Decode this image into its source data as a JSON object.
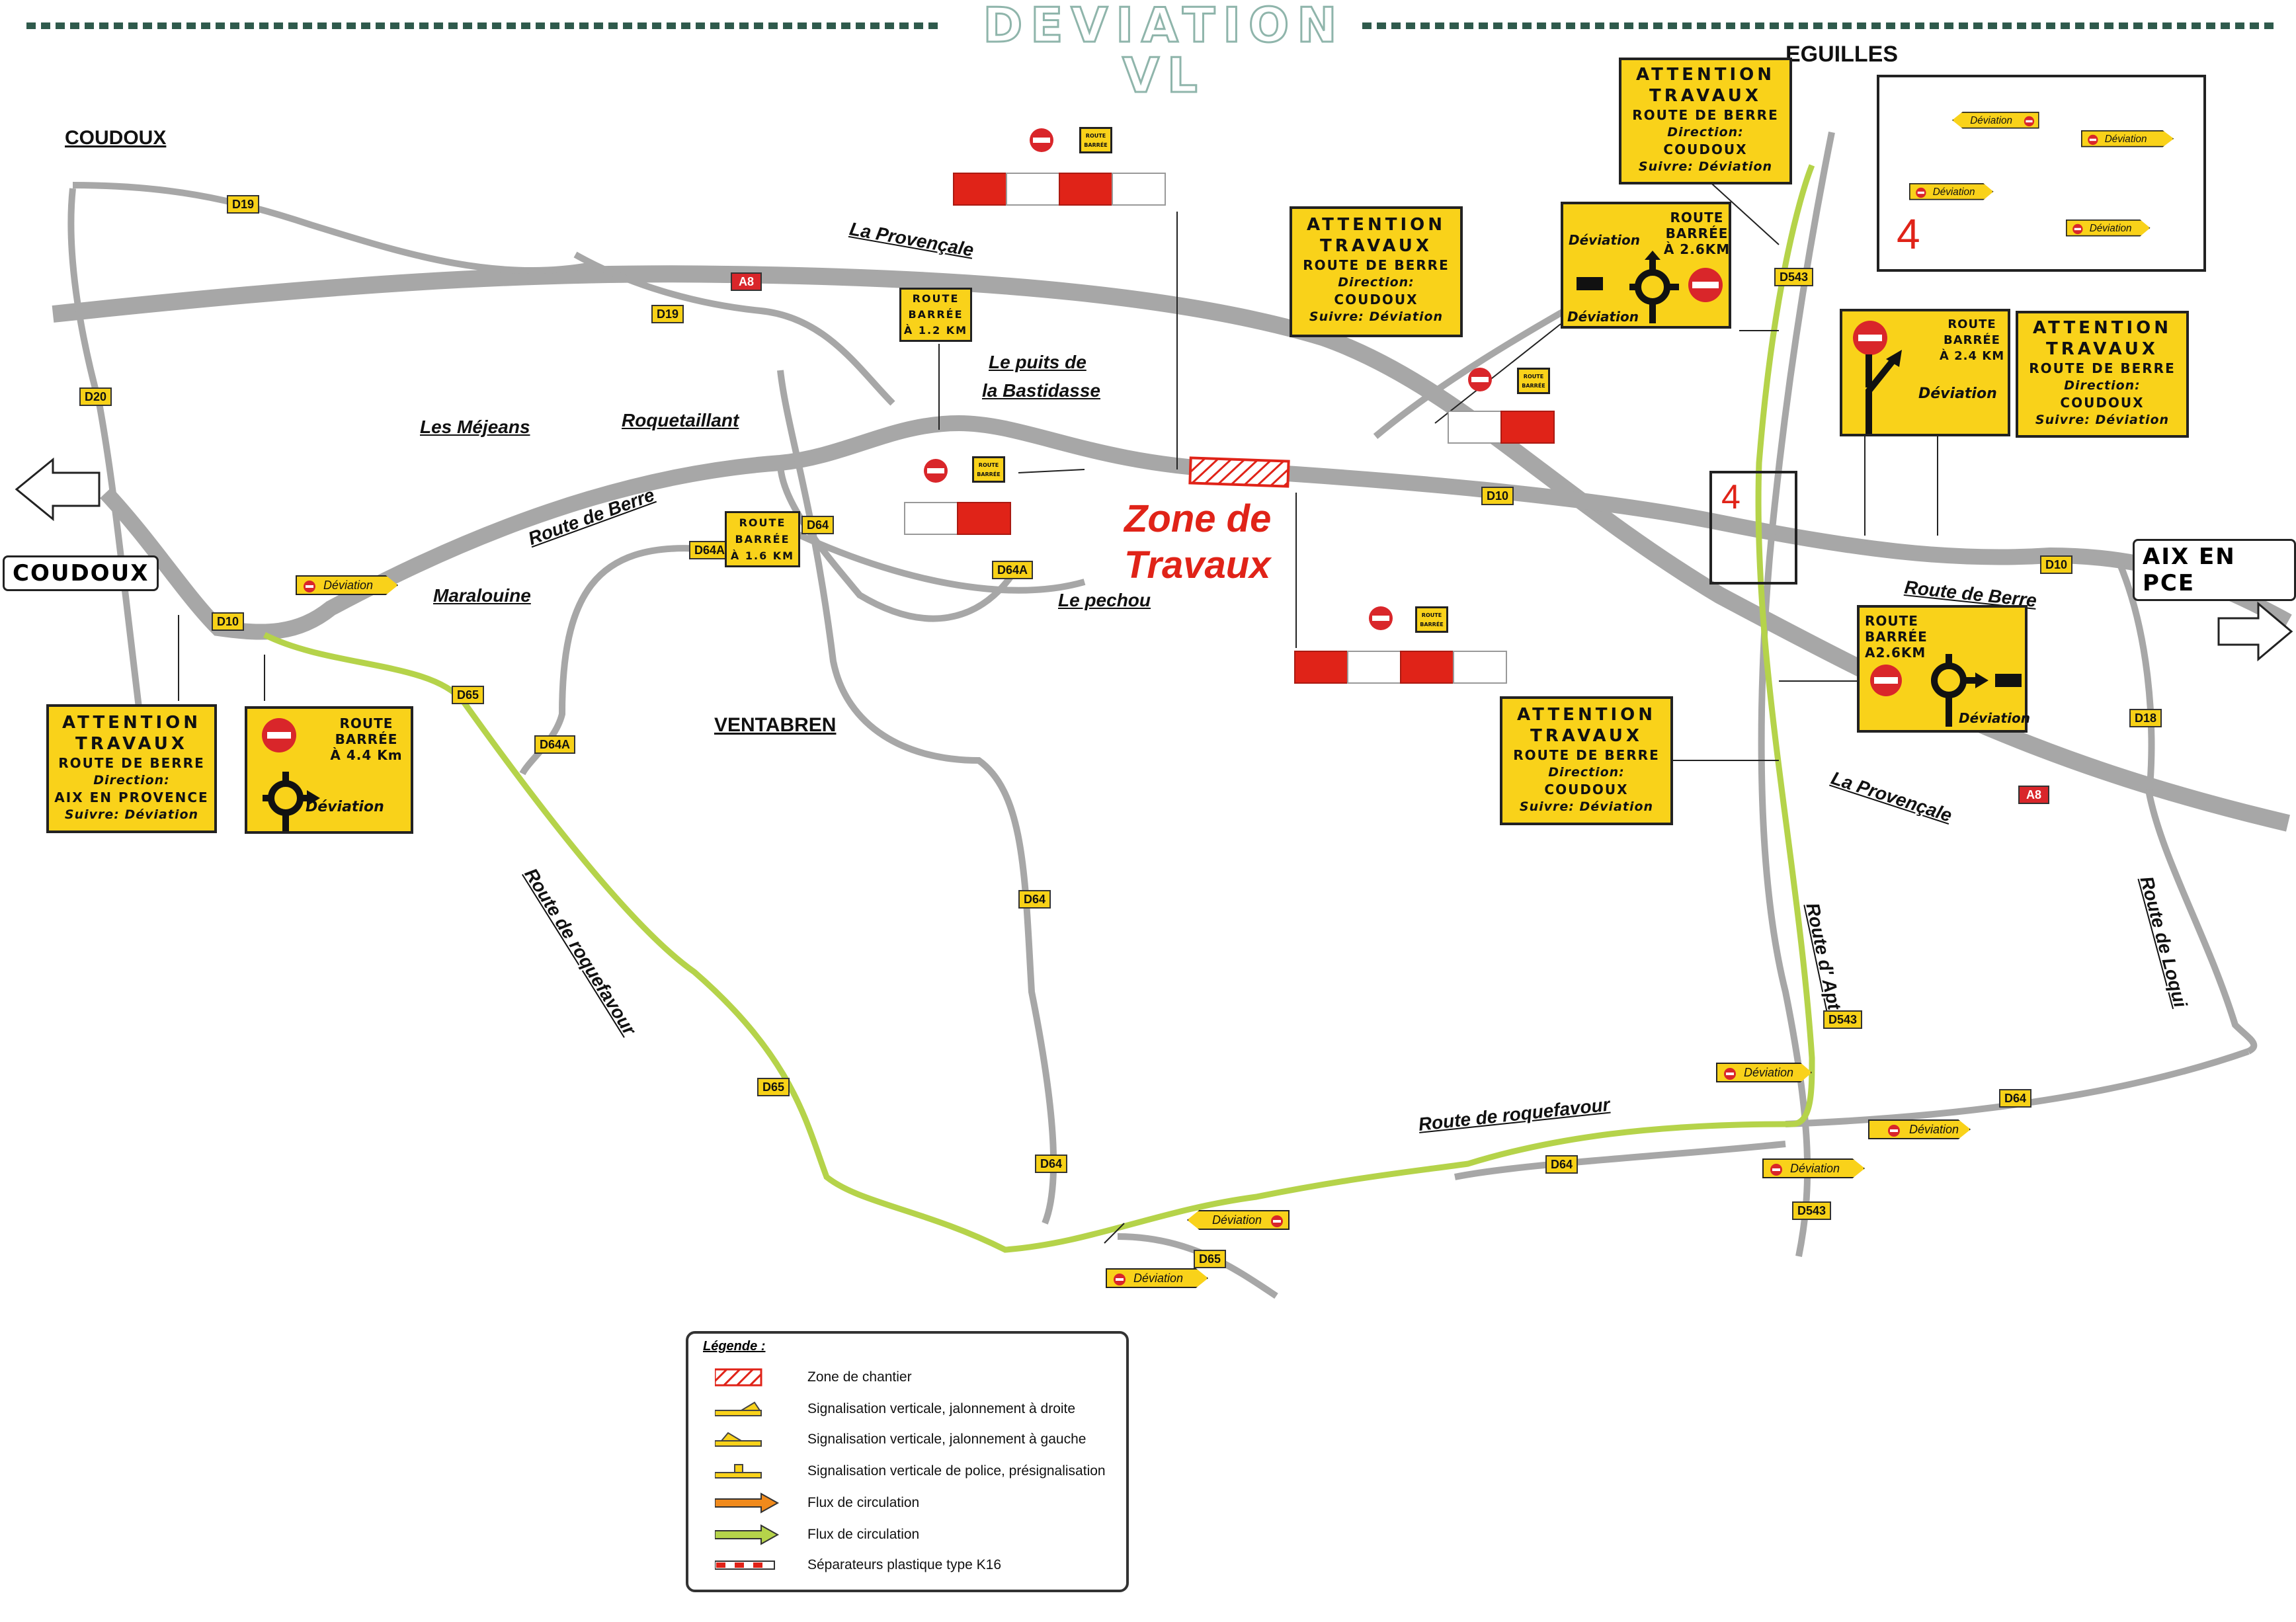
{
  "title": "DEVIATION VL",
  "exits": {
    "left": "COUDOUX",
    "right": "AIX EN PCE"
  },
  "places": {
    "coudoux": "COUDOUX",
    "eguilles": "EGUILLES",
    "ventabren": "VENTABREN",
    "les_mejeans": "Les Méjeans",
    "roquetaillant": "Roquetaillant",
    "maralouine": "Maralouine",
    "le_puits": "Le puits de",
    "la_bastidasse": "la Bastidasse",
    "le_pechou": "Le pechou"
  },
  "road_names": {
    "la_provencale_top": "La Provençale",
    "la_provencale_right": "La Provençale",
    "route_de_berre_left": "Route de Berre",
    "route_de_berre_right": "Route de Berre",
    "route_roquefavour_left": "Route de roquefavour",
    "route_roquefavour_bottom": "Route de roquefavour",
    "route_dapt": "Route d' Apt",
    "route_de_loqui": "Route de Loqui"
  },
  "zone": {
    "line1": "Zone de",
    "line2": "Travaux"
  },
  "road_tags": {
    "d19_a": "D19",
    "d19_b": "D19",
    "d20": "D20",
    "d10_left": "D10",
    "d64a_a": "D64A",
    "d64_top": "D64",
    "d64a_b": "D64A",
    "d64a_c": "D64A",
    "d65_a": "D65",
    "d64_mid": "D64",
    "d65_b": "D65",
    "d64_low": "D64",
    "d65_c": "D65",
    "d10_mid": "D10",
    "d10_right": "D10",
    "d543_top": "D543",
    "d18": "D18",
    "d543_mid": "D543",
    "d64_right": "D64",
    "d64_bottom": "D64",
    "d543_bottom": "D543"
  },
  "a8_tags": {
    "a8_left": "A8",
    "a8_right": "A8"
  },
  "panels": {
    "left": {
      "line1": "ATTENTION",
      "line2": "TRAVAUX",
      "line3": "ROUTE DE BERRE",
      "line4": "Direction:",
      "line5": "AIX EN PROVENCE",
      "line6": "Suivre: Déviation"
    },
    "mid": {
      "line1": "ATTENTION",
      "line2": "TRAVAUX",
      "line3": "ROUTE DE BERRE",
      "line4": "Direction:",
      "line5": "COUDOUX",
      "line6": "Suivre: Déviation"
    },
    "top_right": {
      "line1": "ATTENTION",
      "line2": "TRAVAUX",
      "line3": "ROUTE DE BERRE",
      "line4": "Direction:",
      "line5": "COUDOUX",
      "line6": "Suivre: Déviation"
    },
    "far_right": {
      "line1": "ATTENTION",
      "line2": "TRAVAUX",
      "line3": "ROUTE DE BERRE",
      "line4": "Direction:",
      "line5": "COUDOUX",
      "line6": "Suivre: Déviation"
    },
    "low_right": {
      "line1": "ATTENTION",
      "line2": "TRAVAUX",
      "line3": "ROUTE DE BERRE",
      "line4": "Direction:",
      "line5": "COUDOUX",
      "line6": "Suivre: Déviation"
    }
  },
  "route_barree": {
    "left_44": {
      "line1": "ROUTE",
      "line2": "BARRÉE",
      "line3": "À 4.4 Km",
      "deviation": "Déviation"
    },
    "top_26": {
      "line1": "ROUTE",
      "line2": "BARRÉE",
      "line3": "À 2.6KM",
      "deviation": "Déviation",
      "deviation2": "Déviation"
    },
    "right_24": {
      "line1": "ROUTE",
      "line2": "BARRÉE",
      "line3": "À 2.4 KM",
      "deviation": "Déviation"
    },
    "right_26": {
      "line1": "ROUTE",
      "line2": "BARRÉE",
      "line3": "A2.6KM",
      "deviation": "Déviation"
    }
  },
  "small_signs": {
    "km12": {
      "line1": "ROUTE",
      "line2": "BARRÉE",
      "line3": "À 1.2 KM"
    },
    "km16": {
      "line1": "ROUTE",
      "line2": "BARRÉE",
      "line3": "À 1.6 KM"
    }
  },
  "mini_route_barree": {
    "line1": "ROUTE",
    "line2": "BARRÉE"
  },
  "deviation_signs": {
    "left_d10": "Déviation",
    "mid_right_1": "Déviation",
    "mid_right_2": "Déviation",
    "bottom_1": "Déviation",
    "bottom_2": "Déviation",
    "bottom_3": "Déviation",
    "inset_1": "Déviation",
    "inset_2": "Déviation",
    "inset_3": "Déviation",
    "inset_4": "Déviation"
  },
  "markers": {
    "box4": "4",
    "inset4": "4"
  },
  "legend": {
    "title": "Légende :",
    "items": [
      "Zone de chantier",
      "Signalisation verticale, jalonnement à droite",
      "Signalisation verticale, jalonnement à gauche",
      "Signalisation verticale de police, présignalisation",
      "Flux de circulation",
      "Flux de circulation",
      "Séparateurs plastique type K16"
    ]
  },
  "colors": {
    "road": "#a7a7a7",
    "detour": "#b5d34a",
    "sign_yellow": "#f9d21a",
    "red": "#d9262a",
    "accent_text": "#e02318",
    "header_dash": "#2f5a4c"
  }
}
